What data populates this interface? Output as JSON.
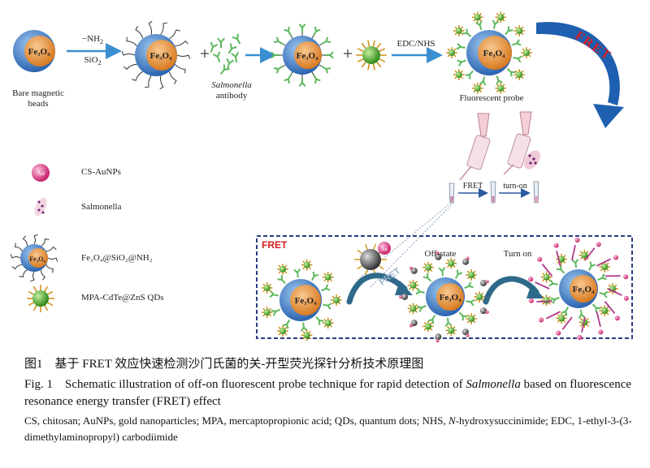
{
  "labels": {
    "nh2": "−NH",
    "nh2_sub": "2",
    "sio2": "SiO",
    "sio2_sub": "2",
    "bare_beads_1": "Bare magnetic",
    "bare_beads_2": "beads",
    "salmonella_antibody_1": "Salmonella",
    "salmonella_antibody_2": "antibody",
    "edc_nhs": "EDC/NHS",
    "fluorescent_probe": "Fluorescent probe",
    "fret_arrow": "FRET",
    "fret_small": "FRET",
    "turn_on_small": "turn-on",
    "fret_box_title": "FRET",
    "off_state": "Off-state",
    "turn_on": "Turn on",
    "fret_box_arrow": "FRET",
    "fe3o4": "Fe₃O₄",
    "au": "Au"
  },
  "legend": [
    {
      "icon": "au-nanoparticle",
      "text": "CS-AuNPs"
    },
    {
      "icon": "salmonella",
      "text": "Salmonella"
    },
    {
      "icon": "fe3o4-sio2-nh2",
      "text": "Fe₃O₄@SiO₂@NH₂"
    },
    {
      "icon": "quantum-dot",
      "text": "MPA-CdTe@ZnS QDs"
    }
  ],
  "caption": {
    "zh": "图1　基于 FRET 效应快速检测沙门氏菌的关-开型荧光探针分析技术原理图",
    "en_1": "Fig. 1　Schematic illustration of off-on fluorescent probe technique for rapid detection of ",
    "en_italic": "Salmonella",
    "en_2": " based on fluorescence resonance energy transfer (FRET) effect",
    "abbr_1": "CS, chitosan; AuNPs, gold nanoparticles; MPA, mercaptopropionic acid; QDs, quantum dots; NHS, ",
    "abbr_italic": "N",
    "abbr_2": "-hydroxysuccinimide; EDC, 1-ethyl-3-(3-dimethylaminopropyl) carbodiimide"
  },
  "colors": {
    "arrow_blue": "#3a8fd0",
    "fret_arrow_blue": "#1e5fb0",
    "fret_red": "#d32020",
    "core_orange": "#e8903a",
    "shell_blue": "#3a78c0",
    "qd_green": "#4cb030",
    "au_pink": "#e04a90",
    "box_navy": "#2a3c80",
    "antibody_green": "#5cb85c"
  }
}
